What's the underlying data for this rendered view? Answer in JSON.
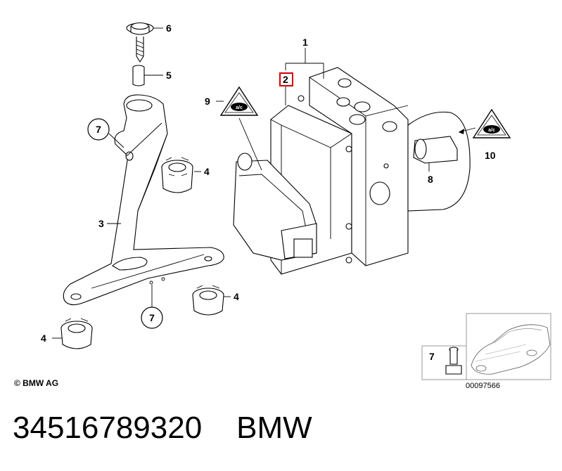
{
  "callouts": {
    "c1": "1",
    "c2": "2",
    "c3": "3",
    "c4a": "4",
    "c4b": "4",
    "c4c": "4",
    "c5": "5",
    "c6": "6",
    "c7a": "7",
    "c7b": "7",
    "c7c": "7",
    "c8": "8",
    "c9": "9",
    "c10": "10"
  },
  "warning_symbol_text": "a/c",
  "copyright": "© BMW AG",
  "reference_code": "00097566",
  "footer": {
    "part_number": "34516789320",
    "brand": "BMW"
  },
  "colors": {
    "line": "#000000",
    "highlight_box": "#d40000",
    "background": "#ffffff"
  }
}
